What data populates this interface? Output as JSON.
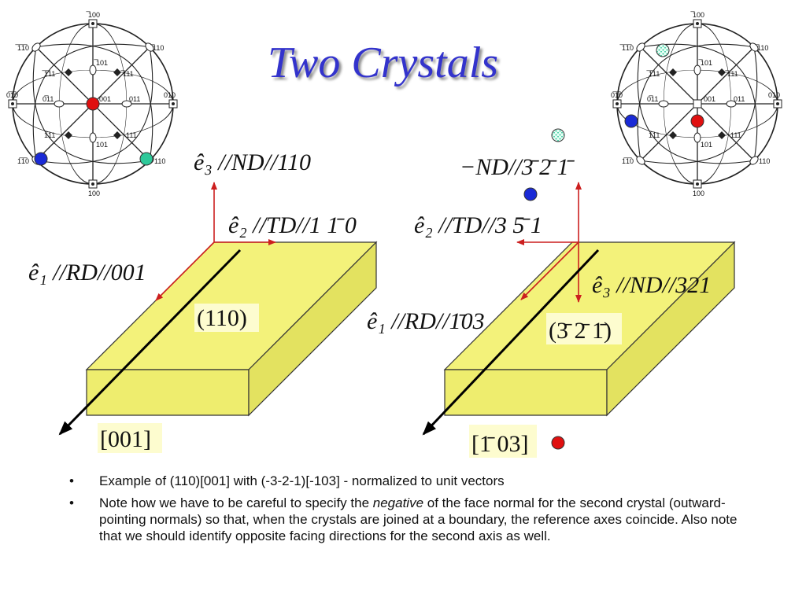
{
  "title": "Two Crystals",
  "stereogram": {
    "poles": {
      "top": "̅100",
      "bottom": "100",
      "left": "0̅1̅0",
      "right": "010",
      "center": "001",
      "upper_left": "̅1̅1̅0",
      "upper_right": "̅110",
      "lower_left": "1̅1̅0",
      "lower_right": "110",
      "upper_mid": "̅101",
      "lower_mid": "101",
      "left_mid": "0̅11",
      "right_mid": "011",
      "ul_inner": "̅1̅11",
      "ur_inner": "̅111",
      "ll_inner": "1̅11",
      "lr_inner": "111"
    }
  },
  "left_crystal": {
    "e3_label": "ê₃ //ND//110",
    "e2_label": "ê₂ //TD//1 1̄ 0",
    "e1_label": "ê₁ //RD//001",
    "plane": "(110)",
    "direction": "[001]"
  },
  "right_crystal": {
    "neg_nd_label": "−ND//3̄ 2̄ 1̄",
    "e2_label": "ê₂ //TD//3 5̄ 1",
    "e3_label": "ê₃ //ND//321",
    "e1_label": "ê₁ //RD//1̄03",
    "plane": "(3̄ 2̄ 1̄)",
    "direction": "[1̄ 03]"
  },
  "bullets": [
    {
      "text": "Example of (110)[001] with (-3-2-1)[-103] - normalized to unit vectors"
    },
    {
      "pre": "Note how we have to be careful to specify the ",
      "em": "negative",
      "post": " of the face normal for the second crystal (outward-pointing normals) so that, when the crystals are joined at a boundary, the reference axes coincide.  Also note that we should identify opposite facing directions for the second axis as well."
    }
  ],
  "colors": {
    "title": "#3333cc",
    "slab_top": "#f3f27a",
    "slab_side": "#e6e566",
    "axis_arrow": "#cc1f1f",
    "dot_red": "#e01010",
    "dot_blue": "#1a2ad6",
    "dot_green": "#2ec99a",
    "label_bg": "#fdfccf"
  }
}
